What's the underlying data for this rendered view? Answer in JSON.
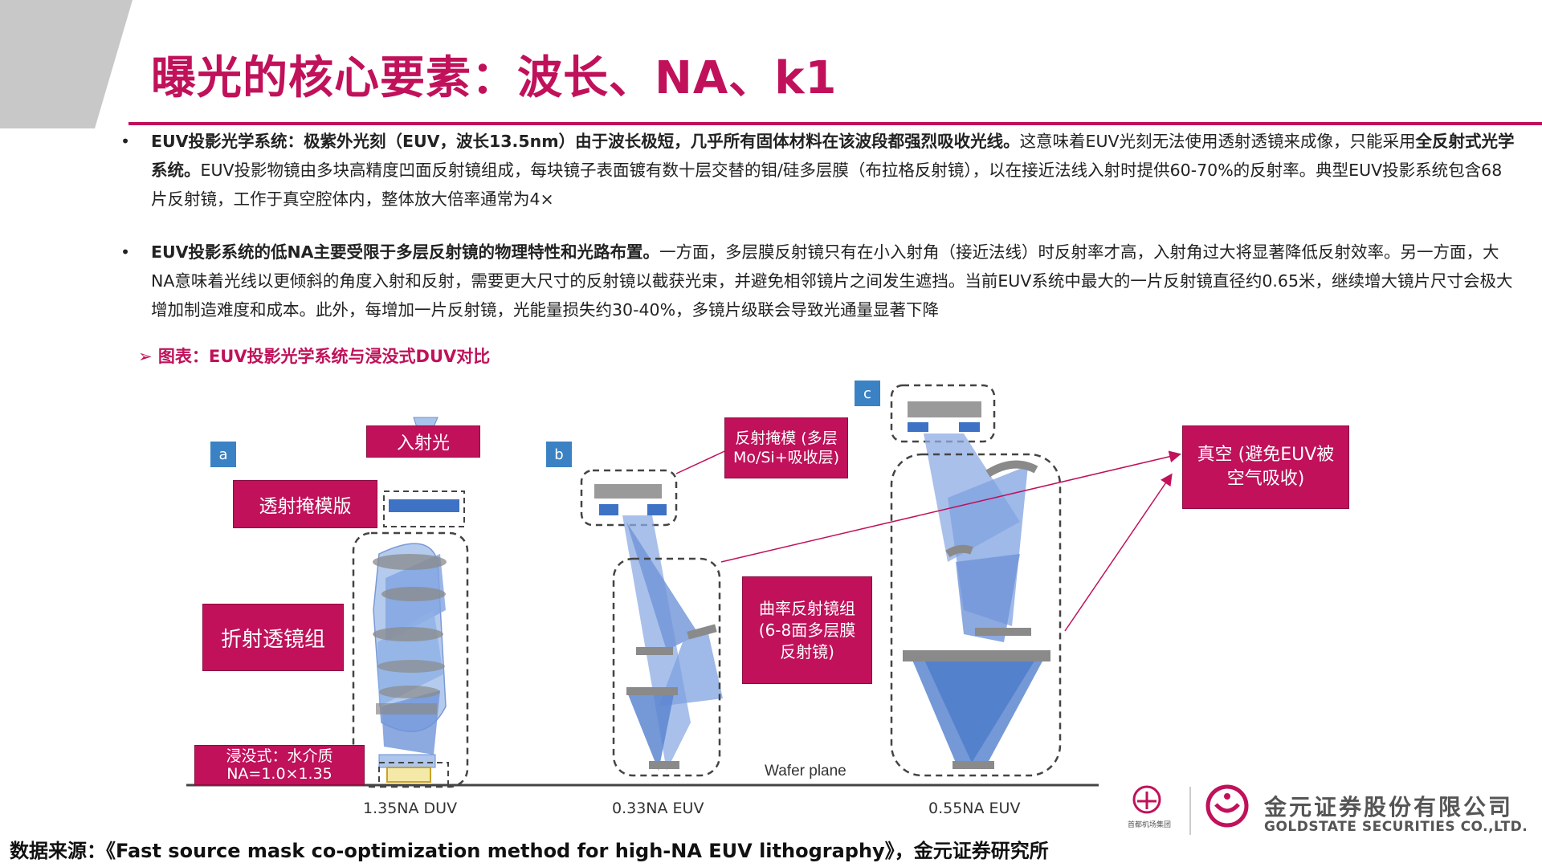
{
  "header": {
    "title": "曝光的核心要素：波长、NA、k1"
  },
  "bullets": [
    {
      "bold": "EUV投影光学系统：极紫外光刻（EUV，波长13.5nm）由于波长极短，几乎所有固体材料在该波段都强烈吸收光线。",
      "text1": "这意味着EUV光刻无法使用透射透镜来成像，只能采用",
      "bold2": "全反射式光学系统。",
      "text2": "EUV投影物镜由多块高精度凹面反射镜组成，每块镜子表面镀有数十层交替的钼/硅多层膜（布拉格反射镜），以在接近法线入射时提供60-70%的反射率。典型EUV投影系统包含68片反射镜，工作于真空腔体内，整体放大倍率通常为4×"
    },
    {
      "bold": "EUV投影系统的低NA主要受限于多层反射镜的物理特性和光路布置。",
      "text1": "一方面，多层膜反射镜只有在小入射角（接近法线）时反射率才高，入射角过大将显著降低反射效率。另一方面，大NA意味着光线以更倾斜的角度入射和反射，需要更大尺寸的反射镜以截获光束，并避免相邻镜片之间发生遮挡。当前EUV系统中最大的一片反射镜直径约0.65米，继续增大镜片尺寸会极大增加制造难度和成本。此外，每增加一片反射镜，光能量损失约30-40%，多镜片级联会导致光通量显著下降"
    }
  ],
  "figure": {
    "caption": "➢ 图表：EUV投影光学系统与浸没式DUV对比",
    "panels": [
      "a",
      "b",
      "c"
    ],
    "wafer_plane": "Wafer plane",
    "na_labels": [
      "1.35NA DUV",
      "0.33NA EUV",
      "0.55NA EUV"
    ],
    "labels": {
      "incident": "入射光",
      "trans_mask": "透射掩模版",
      "refract_group": "折射透镜组",
      "immersion_1": "浸没式：水介质",
      "immersion_2": "NA=1.0×1.35",
      "reflect_mask": "反射掩模 (多层Mo/Si+吸收层)",
      "curved_mirrors": "曲率反射镜组 (6-8面多层膜反射镜)",
      "vacuum": "真空 (避免EUV被空气吸收)"
    }
  },
  "source": "数据来源：《Fast source mask co-optimization method for high-NA EUV lithography》，金元证券研究所",
  "logo": {
    "cn": "金元证券股份有限公司",
    "en": "GOLDSTATE SECURITIES  CO.,LTD.",
    "partner": "首都机场集团"
  },
  "colors": {
    "brand": "#c0115a",
    "panel_blue": "#3b82c4",
    "lens_blue": "#5b86d0",
    "mirror_gray": "#8c8c8c"
  }
}
